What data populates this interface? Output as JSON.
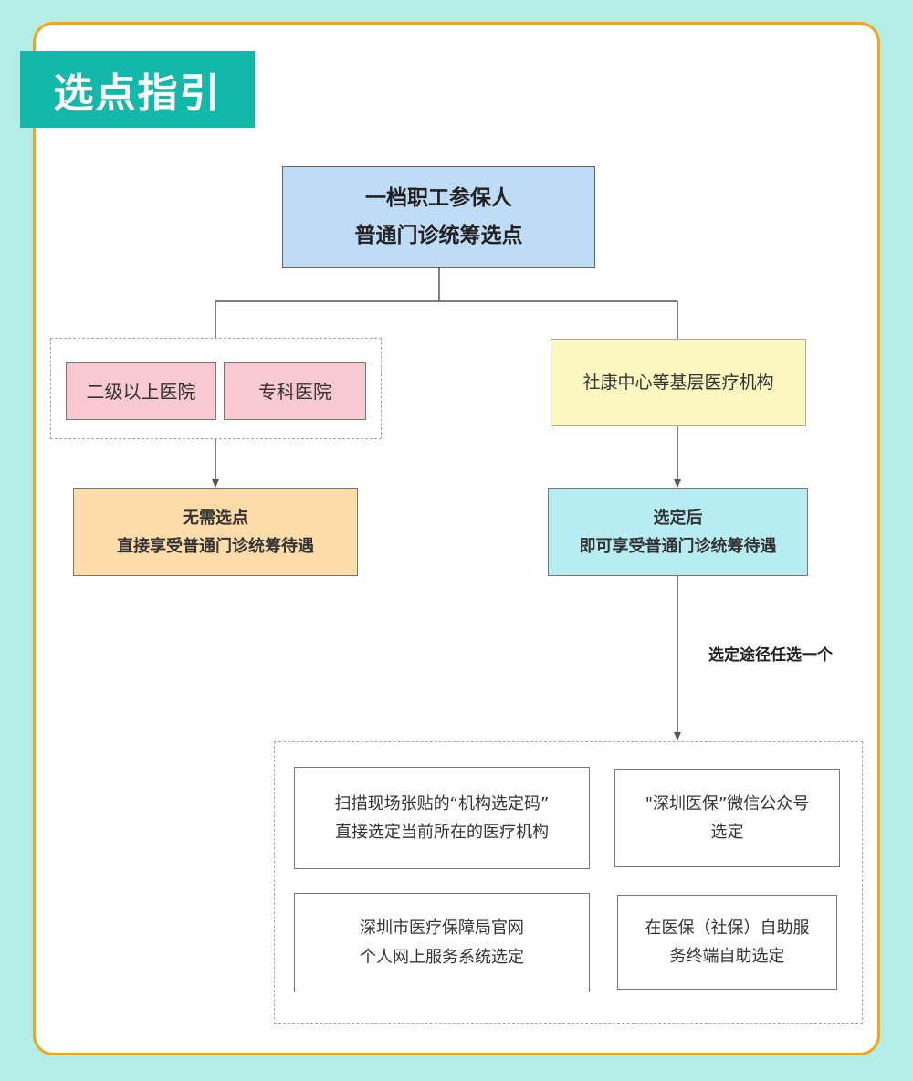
{
  "header": {
    "title": "选点指引"
  },
  "root": {
    "line1": "一档职工参保人",
    "line2": "普通门诊统筹选点"
  },
  "left_branch": {
    "options": [
      "二级以上医院",
      "专科医院"
    ],
    "result": {
      "line1": "无需选点",
      "line2": "直接享受普通门诊统筹待遇"
    }
  },
  "right_branch": {
    "node": "社康中心等基层医疗机构",
    "result": {
      "line1": "选定后",
      "line2": "即可享受普通门诊统筹待遇"
    },
    "edge_label": "选定途径任选一个",
    "methods": [
      {
        "line1": "扫描现场张贴的“机构选定码”",
        "line2": "直接选定当前所在的医疗机构"
      },
      {
        "line1": "\"深圳医保”微信公众号",
        "line2": "选定"
      },
      {
        "line1": "深圳市医疗保障局官网",
        "line2": "个人网上服务系统选定"
      },
      {
        "line1": "在医保（社保）自助服",
        "line2": "务终端自助选定"
      }
    ]
  },
  "colors": {
    "background": "#b4ede6",
    "card_border": "#f5a418",
    "title_tab": "#12b8aa",
    "root_fill": "#bfdcf7",
    "pink_fill": "#f9c9d2",
    "yellow_fill": "#fbf7c0",
    "orange_fill": "#fddcaa",
    "cyan_fill": "#b7ecf3"
  }
}
